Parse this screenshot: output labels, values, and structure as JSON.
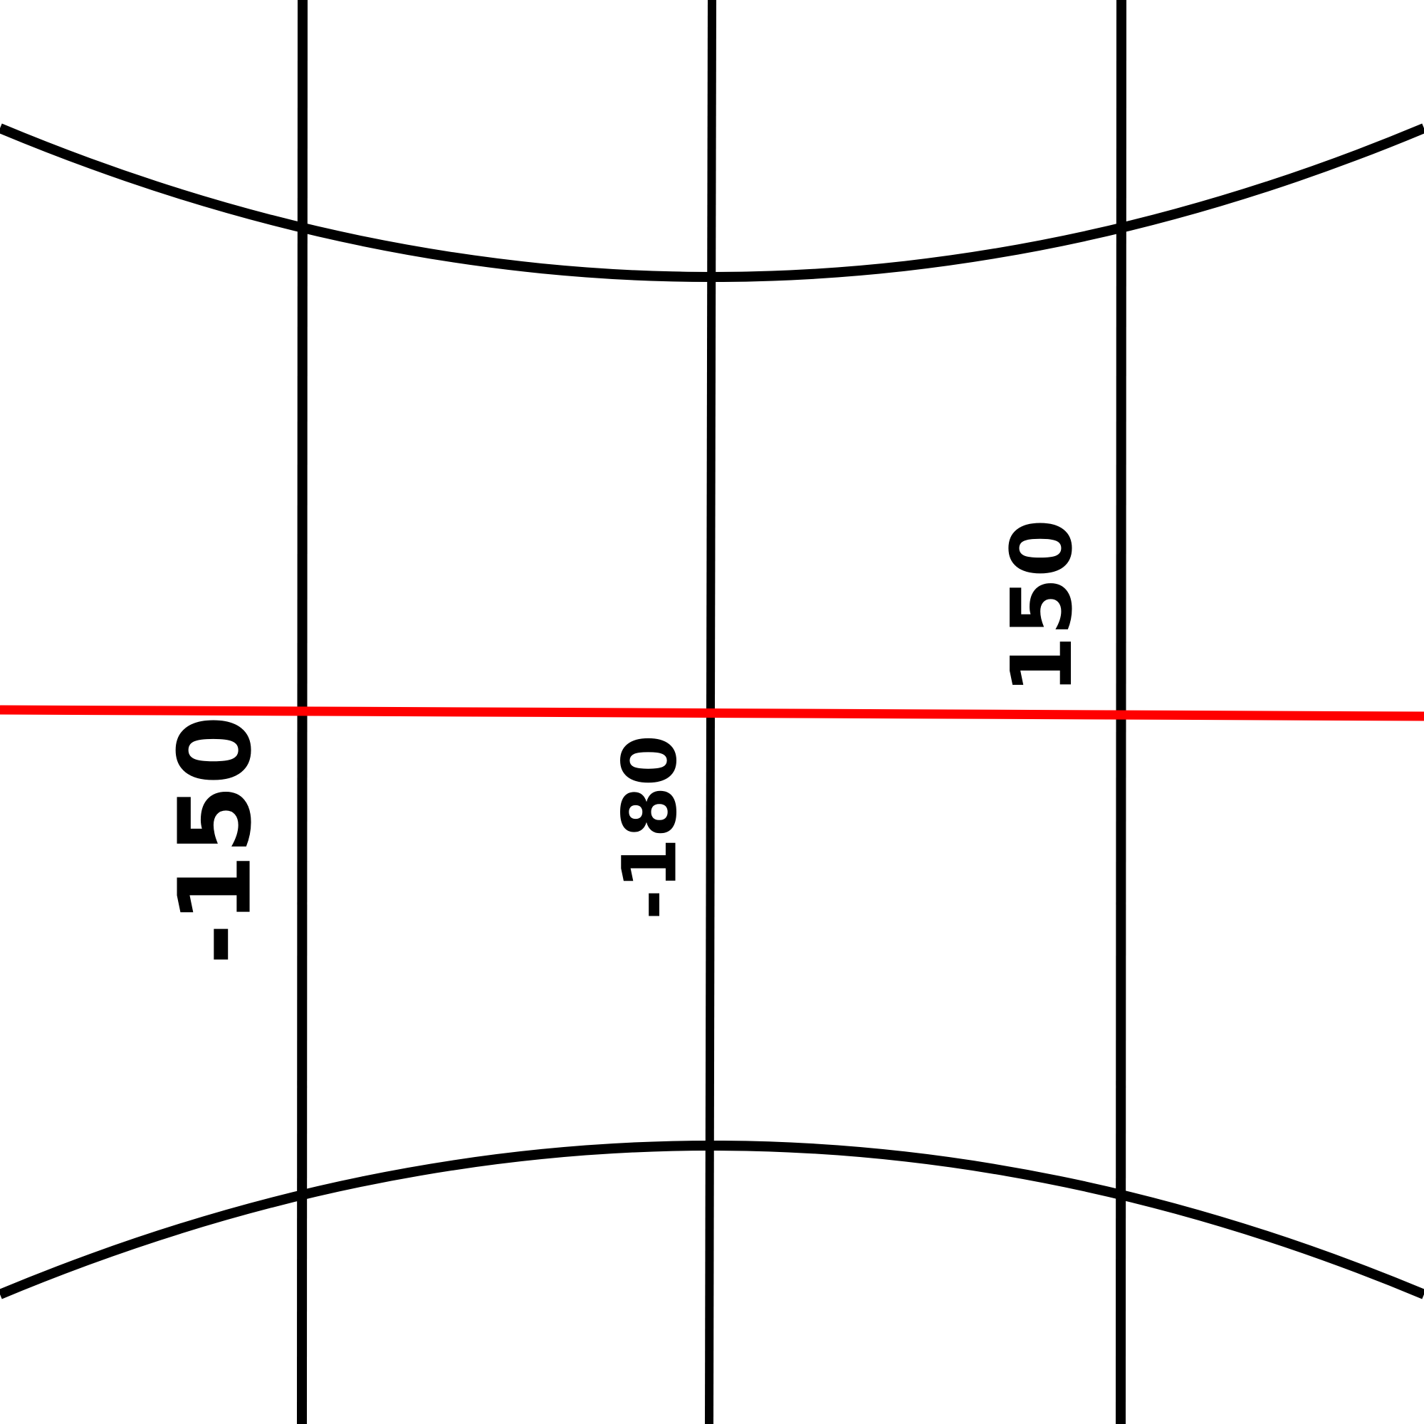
{
  "colors": {
    "background": "#ffffff",
    "graticule": "#000000",
    "equator": "#ff0000"
  },
  "labels": {
    "left_meridian": "-150",
    "center_meridian": "-180",
    "right_meridian": "150"
  }
}
